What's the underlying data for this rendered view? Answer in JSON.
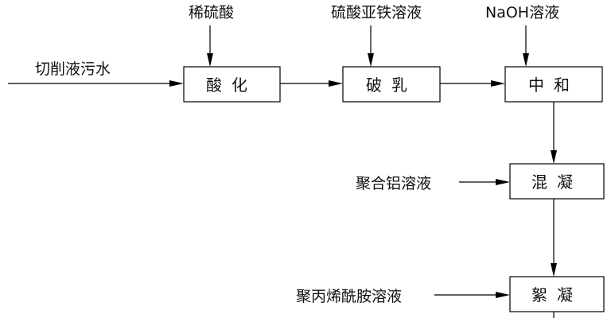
{
  "inputs": {
    "cutting_wastewater": "切削液污水",
    "dilute_sulfuric_acid": "稀硫酸",
    "ferrous_sulfate_solution": "硫酸亚铁溶液",
    "naoh_solution": "NaOH溶液",
    "polyaluminum_solution": "聚合铝溶液",
    "polyacrylamide_solution": "聚丙烯酰胺溶液"
  },
  "steps": {
    "acidification": "酸化",
    "demulsification": "破乳",
    "neutralization": "中和",
    "coagulation": "混凝",
    "flocculation": "絮凝"
  },
  "colors": {
    "line": "#000000",
    "text": "#111111",
    "background": "#ffffff"
  }
}
